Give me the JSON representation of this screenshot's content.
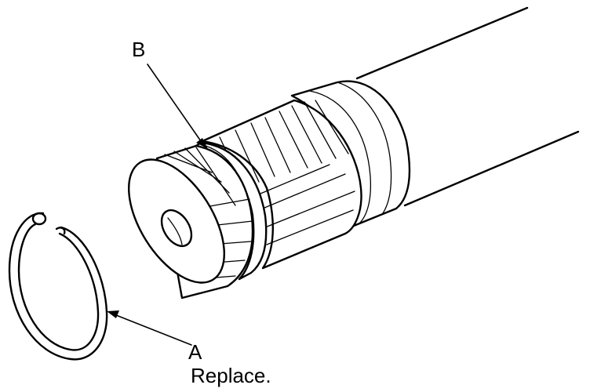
{
  "labels": {
    "part_b": "B",
    "part_a": "A",
    "part_a_note": "Replace."
  },
  "colors": {
    "line": "#000000",
    "background": "#ffffff"
  }
}
